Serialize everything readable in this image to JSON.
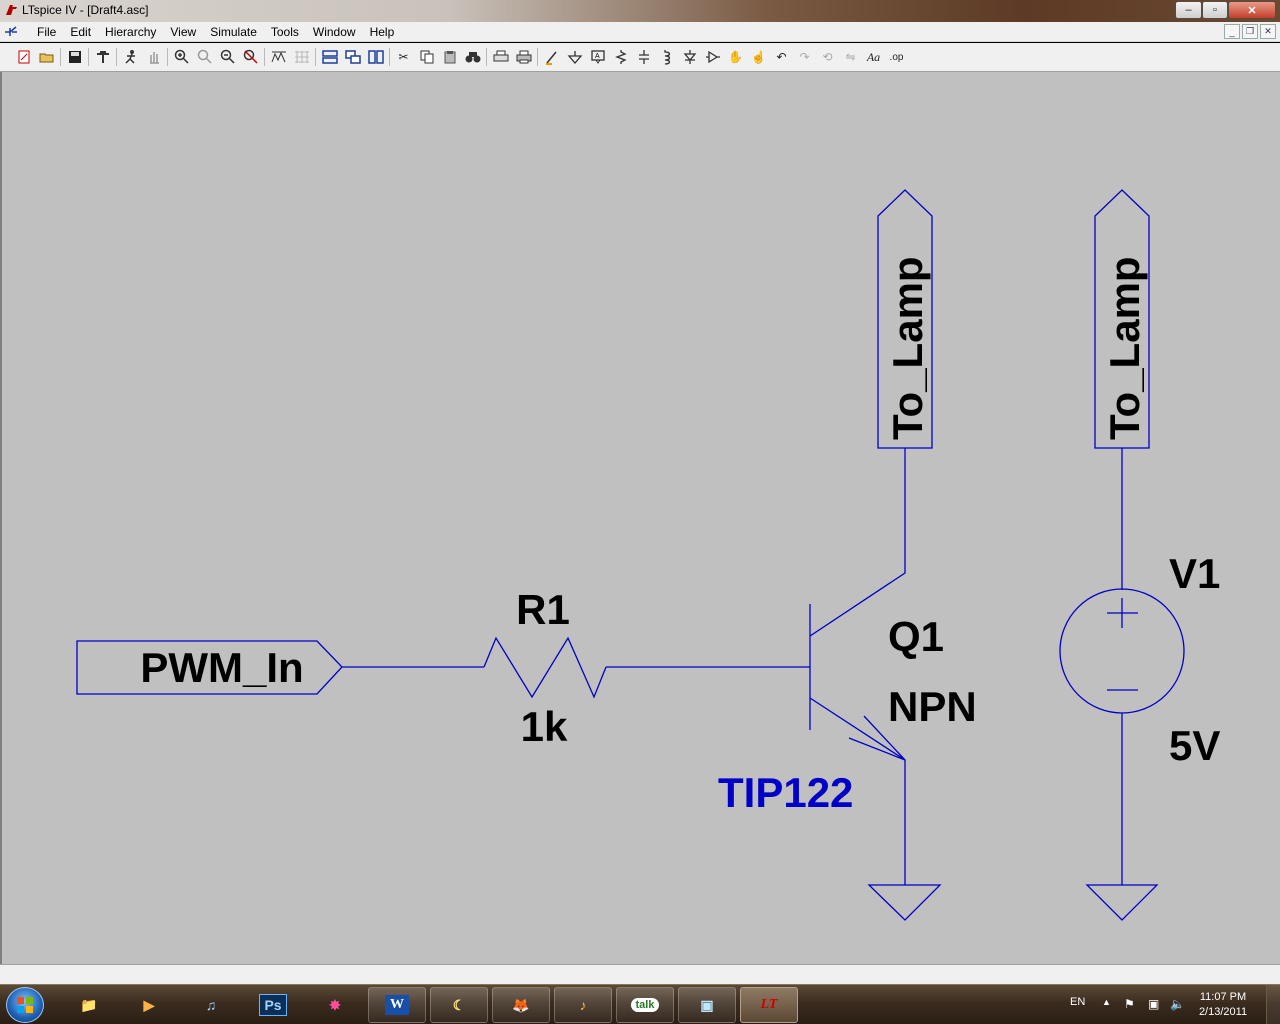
{
  "window": {
    "title": "LTspice IV - [Draft4.asc]",
    "minimize": "‒",
    "maximize": "▫",
    "close": "✕"
  },
  "menu": {
    "items": [
      "File",
      "Edit",
      "Hierarchy",
      "View",
      "Simulate",
      "Tools",
      "Window",
      "Help"
    ]
  },
  "toolbar": {
    "icons": [
      "new-schematic-icon",
      "open-icon",
      "save-icon",
      "control-panel-icon",
      "run-icon",
      "halt-icon",
      "zoom-in-icon",
      "zoom-pan-icon",
      "zoom-out-icon",
      "zoom-cancel-icon",
      "autorange-icon",
      "grid-icon",
      "tile-horizontal-icon",
      "cascade-icon",
      "tile-vertical-icon",
      "cut-icon",
      "copy-icon",
      "paste-icon",
      "find-icon",
      "print-setup-icon",
      "print-icon",
      "wire-icon",
      "ground-icon",
      "label-net-icon",
      "resistor-icon",
      "capacitor-icon",
      "inductor-icon",
      "diode-icon",
      "component-icon",
      "move-icon",
      "drag-icon",
      "undo-icon",
      "redo-icon",
      "rotate-icon",
      "mirror-icon",
      "text-icon",
      "spice-directive-icon"
    ]
  },
  "schematic": {
    "wire_color": "#0000c8",
    "label_color": "#000000",
    "model_color": "#0000c8",
    "canvas_color": "#c0c0c0",
    "net_labels": {
      "input": "PWM_In",
      "collector_port": "To_Lamp",
      "source_port": "To_Lamp"
    },
    "resistor": {
      "ref": "R1",
      "value": "1k"
    },
    "transistor": {
      "ref": "Q1",
      "type": "NPN",
      "model": "TIP122"
    },
    "source": {
      "ref": "V1",
      "value": "5V",
      "plus": "+",
      "minus": "−"
    }
  },
  "taskbar": {
    "apps": [
      {
        "name": "explorer",
        "label": "📁"
      },
      {
        "name": "media-player",
        "label": "▶"
      },
      {
        "name": "itunes",
        "label": "♫"
      },
      {
        "name": "photoshop",
        "label": "Ps"
      },
      {
        "name": "paint-app",
        "label": "✸"
      },
      {
        "name": "word",
        "label": "W"
      },
      {
        "name": "night-app",
        "label": "☾"
      },
      {
        "name": "firefox",
        "label": "🦊"
      },
      {
        "name": "songbird",
        "label": "♪"
      },
      {
        "name": "google-talk",
        "label": "talk"
      },
      {
        "name": "photo-viewer",
        "label": "▣"
      },
      {
        "name": "ltspice",
        "label": "LT"
      }
    ],
    "language": "EN",
    "time": "11:07 PM",
    "date": "2/13/2011"
  }
}
